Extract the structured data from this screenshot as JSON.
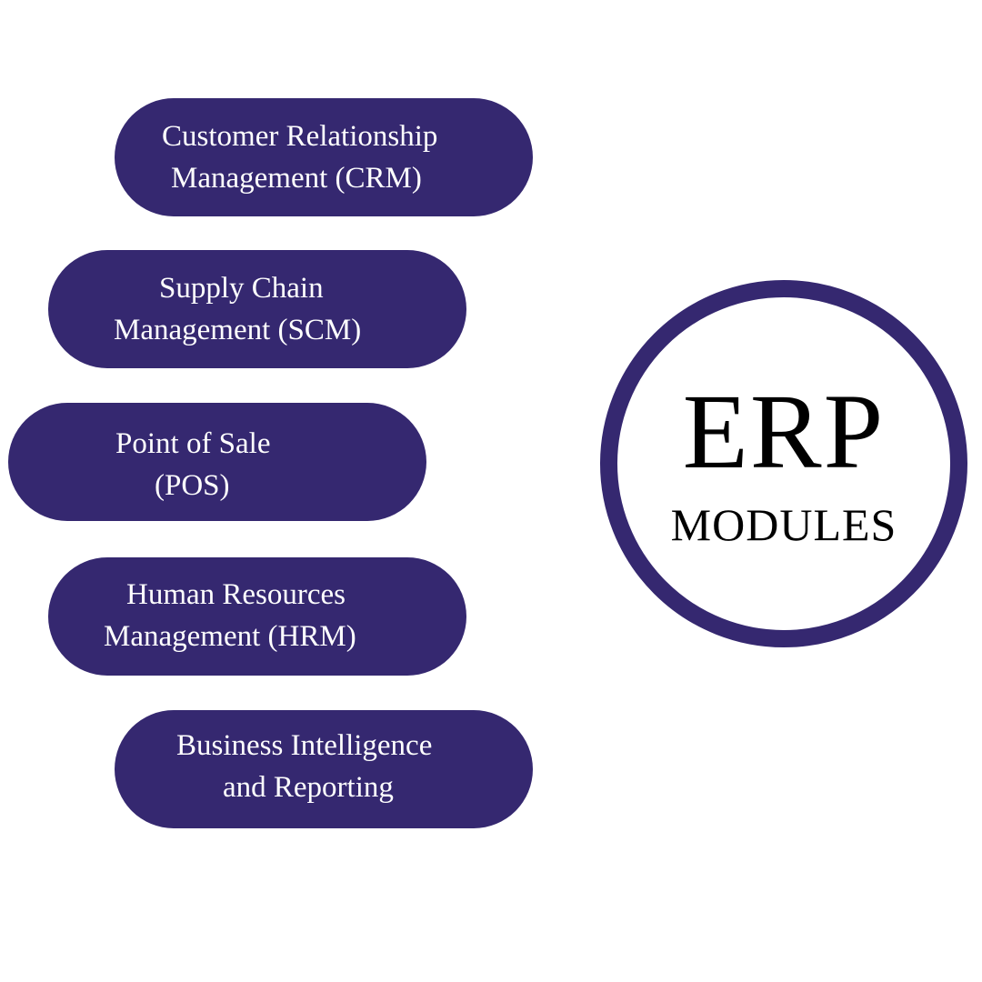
{
  "title": {
    "main": "ERP",
    "sub": "MODULES"
  },
  "colors": {
    "pill_fill": "#352870",
    "pill_text": "#ffffff",
    "circle_stroke": "#352870",
    "title_text": "#000000",
    "background": "#ffffff"
  },
  "modules": [
    {
      "line1": "Customer Relationship",
      "line2": "Management (CRM)"
    },
    {
      "line1": "Supply Chain",
      "line2": "Management (SCM)"
    },
    {
      "line1": "Point of Sale",
      "line2": "(POS)"
    },
    {
      "line1": "Human Resources",
      "line2": "Management (HRM)"
    },
    {
      "line1": "Business Intelligence",
      "line2": "and Reporting"
    }
  ]
}
